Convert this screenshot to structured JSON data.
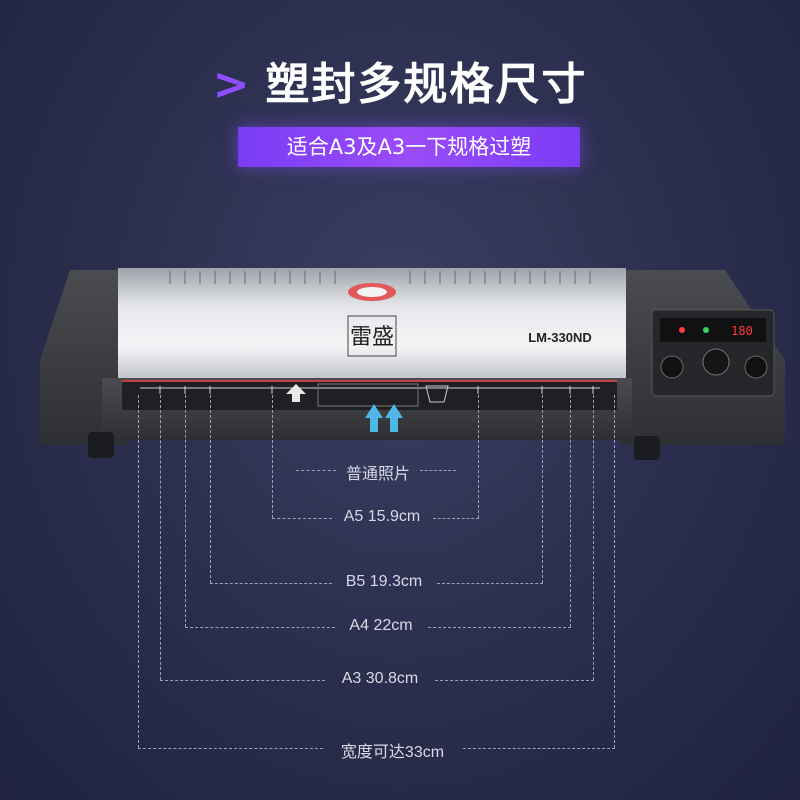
{
  "headline": {
    "chevron": ">",
    "title": "塑封多规格尺寸"
  },
  "tagline": "适合A3及A3一下规格过塑",
  "product": {
    "model": "LM-330ND",
    "brand_mark": "雷盛",
    "display_value": "180",
    "colors": {
      "body": "#3b3c40",
      "panel": "#c9ccd1",
      "accent": "#8f4dff",
      "display": "#ff3a3a",
      "arrow": "#4fb7e8"
    }
  },
  "dimensions": [
    {
      "label": "普通照片"
    },
    {
      "label": "A5  15.9cm"
    },
    {
      "label": "B5  19.3cm"
    },
    {
      "label": "A4  22cm"
    },
    {
      "label": "A3  30.8cm"
    },
    {
      "label": "宽度可达33cm"
    }
  ]
}
